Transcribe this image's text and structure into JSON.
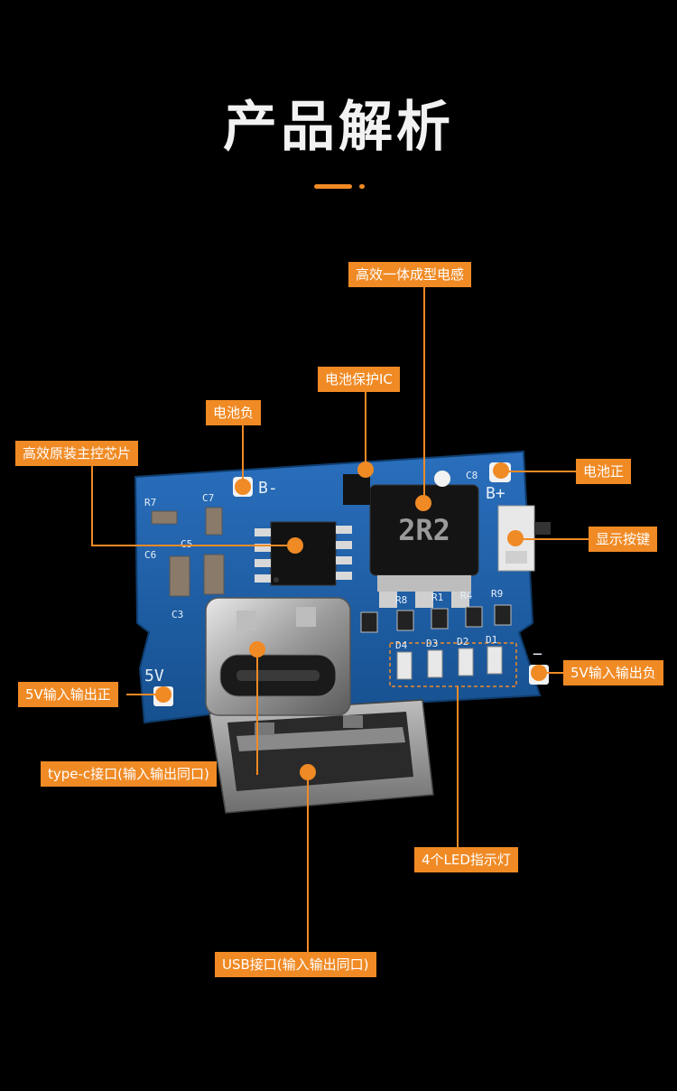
{
  "header": {
    "title": "产品解析"
  },
  "labels": {
    "inductor": "高效一体成型电感",
    "protect_ic": "电池保护IC",
    "battery_neg": "电池负",
    "main_chip": "高效原装主控芯片",
    "battery_pos": "电池正",
    "display_button": "显示按键",
    "input_output_pos": "5V输入输出正",
    "input_output_neg": "5V输入输出负",
    "typec_port": "type-c接口(输入输出同口)",
    "led_indicators": "4个LED指示灯",
    "usb_port": "USB接口(输入输出同口)"
  },
  "board": {
    "inductor_marking": "2R2",
    "silk_bneg": "B-",
    "silk_bpos": "B+",
    "silk_5v": "5V",
    "silk_minus": "−",
    "silk_refs": {
      "c8": "C8",
      "r7": "R7",
      "c7": "C7",
      "c6": "C6",
      "c5": "C5",
      "c3": "C3",
      "r8": "R8",
      "r1": "R1",
      "r4": "R4",
      "r9": "R9",
      "d4": "D4",
      "d3": "D3",
      "d2": "D2",
      "d1": "D1"
    }
  },
  "colors": {
    "accent": "#f08a24",
    "pcb": "#1f5fa8",
    "background": "#000000"
  }
}
